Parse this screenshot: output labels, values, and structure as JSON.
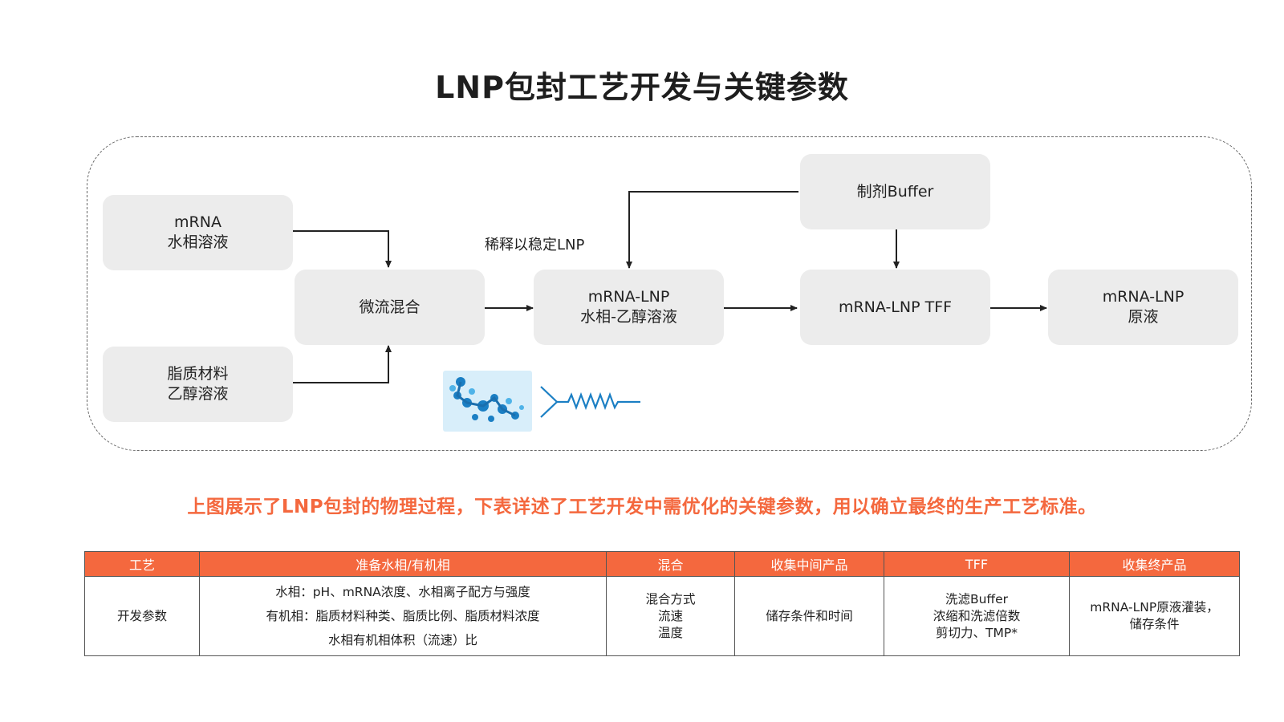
{
  "title": "LNP包封工艺开发与关键参数",
  "diagram": {
    "nodes": {
      "mrna_aqueous": [
        "mRNA",
        "水相溶液"
      ],
      "lipid_ethanol": [
        "脂质材料",
        "乙醇溶液"
      ],
      "microfluidic_mix": [
        "微流混合"
      ],
      "mrna_lnp_mix": [
        "mRNA-LNP",
        "水相-乙醇溶液"
      ],
      "formulation_buffer": [
        "制剂Buffer"
      ],
      "mrna_lnp_tff": [
        "mRNA-LNP TFF"
      ],
      "mrna_lnp_stock": [
        "mRNA-LNP",
        "原液"
      ]
    },
    "dilution_note": "稀释以稳定LNP",
    "colors": {
      "node_bg": "#ececec",
      "arrow": "#222222",
      "frame": "#666666"
    },
    "icons": [
      "lnp-molecule-icon",
      "mrna-strand-icon"
    ]
  },
  "subtitle": "上图展示了LNP包封的物理过程，下表详述了工艺开发中需优化的关键参数，用以确立最终的生产工艺标准。",
  "table": {
    "headers": [
      "工艺",
      "准备水相/有机相",
      "混合",
      "收集中间产品",
      "TFF",
      "收集终产品"
    ],
    "row_label": "开发参数",
    "cells": [
      [
        "水相：pH、mRNA浓度、水相离子配方与强度",
        "有机相：脂质材料种类、脂质比例、脂质材料浓度",
        "水相有机相体积（流速）比"
      ],
      [
        "混合方式",
        "流速",
        "温度"
      ],
      [
        "储存条件和时间"
      ],
      [
        "洗滤Buffer",
        "浓缩和洗滤倍数",
        "剪切力、TMP*"
      ],
      [
        "mRNA-LNP原液灌装，",
        "储存条件"
      ]
    ],
    "colors": {
      "header_bg": "#f4683e",
      "header_text": "#ffffff",
      "border": "#555555"
    }
  },
  "colors": {
    "accent": "#f4683e",
    "title": "#1e1e1e"
  }
}
